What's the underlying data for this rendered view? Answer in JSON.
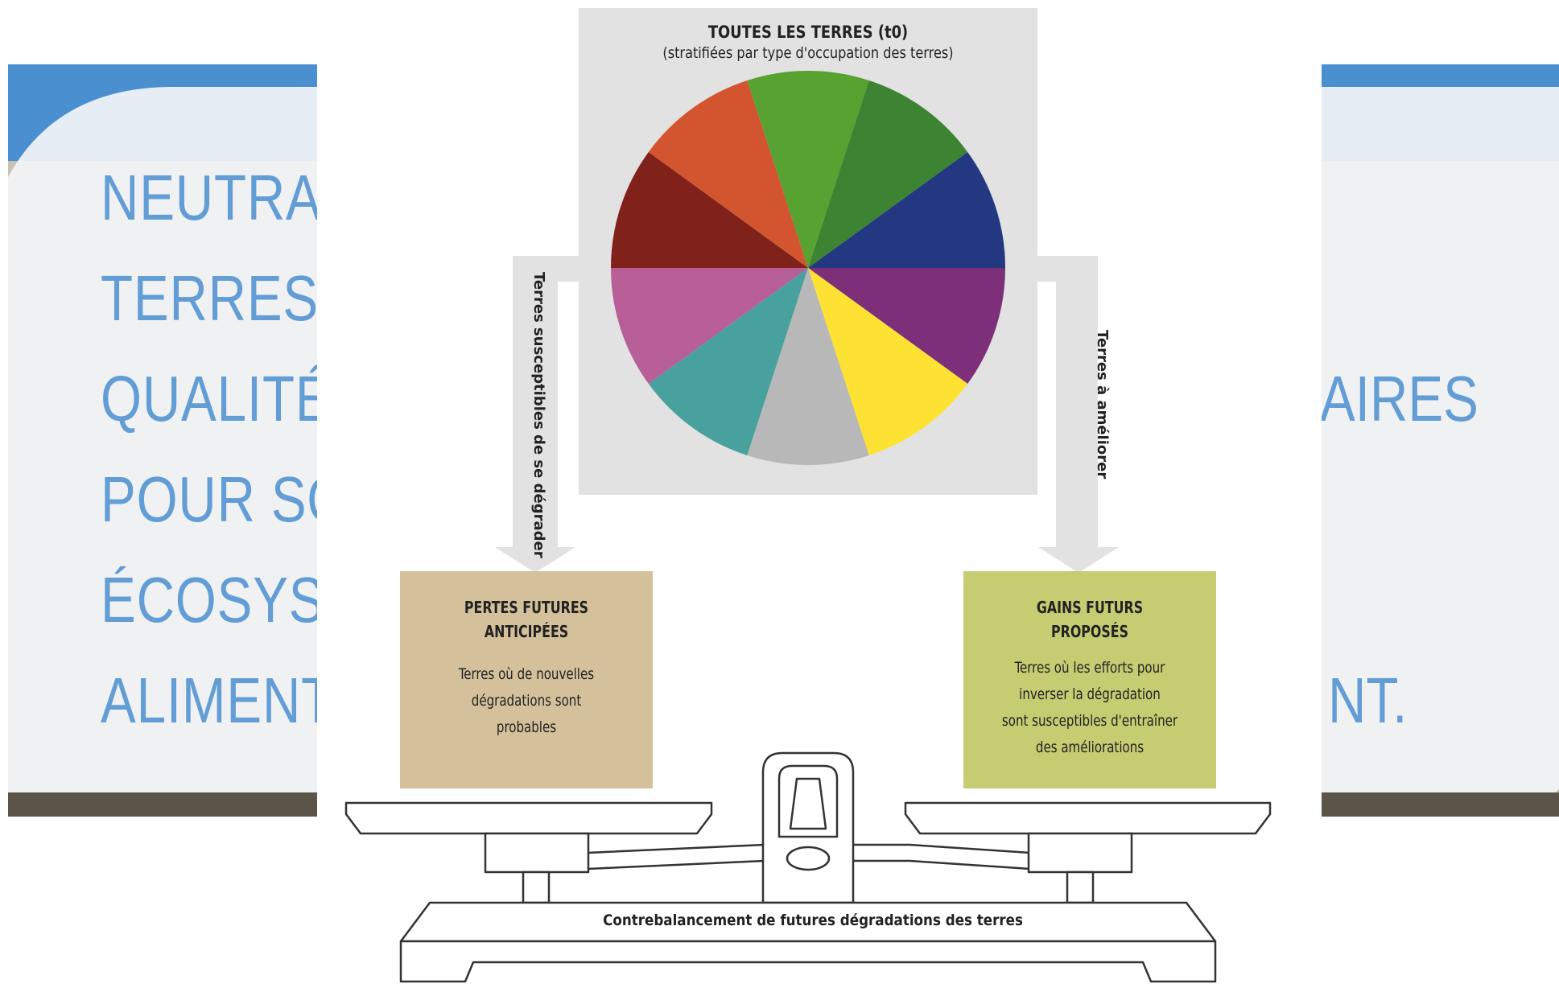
{
  "background": {
    "title_lines": [
      "NEUTRAL",
      "TERRES :",
      "QUALITÉ",
      "POUR SO",
      "ÉCOSYST",
      "ALIMENT"
    ],
    "right_fragments": [
      "AIRES",
      "NT."
    ],
    "colors": {
      "title": "#4a8fd0",
      "band": "#4a8fd0"
    }
  },
  "diagram": {
    "top_box": {
      "title": "TOUTES LES TERRES (t0)",
      "subtitle": "(stratifiées par type d'occupation des terres)"
    },
    "left_arrow_label": "Terres susceptibles de se dégrader",
    "right_arrow_label": "Terres à améliorer",
    "left_box": {
      "title_line1": "PERTES FUTURES",
      "title_line2": "ANTICIPÉES",
      "body_line1": "Terres où de nouvelles",
      "body_line2": "dégradations sont",
      "body_line3": "probables",
      "color": "#d4c09a"
    },
    "right_box": {
      "title_line1": "GAINS FUTURS",
      "title_line2": "PROPOSÉS",
      "body_line1": "Terres où les efforts pour",
      "body_line2": "inverser la dégradation",
      "body_line3": "sont susceptibles d'entraîner",
      "body_line4": "des améliorations",
      "color": "#c5cc72"
    },
    "balance_label": "Contrebalancement de futures dégradations des terres",
    "pie_colors": [
      "#243882",
      "#7d2f7a",
      "#fde234",
      "#b8b8b8",
      "#48a19d",
      "#b85f98",
      "#802219",
      "#d35530",
      "#57a230",
      "#3c8332"
    ]
  }
}
